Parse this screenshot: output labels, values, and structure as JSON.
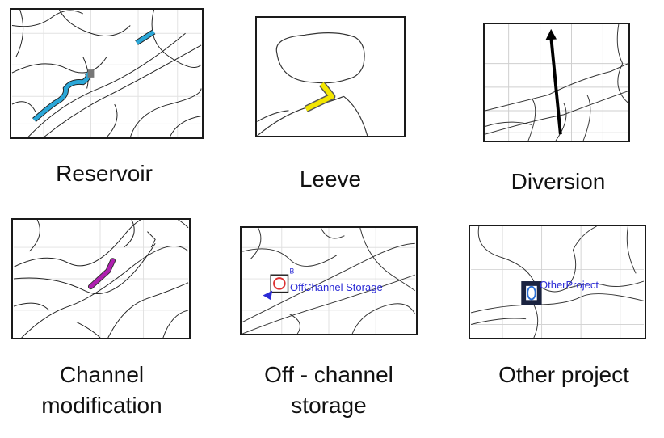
{
  "items": [
    {
      "caption": "Reservoir",
      "feature_color": "#2aa7d8"
    },
    {
      "caption": "Leeve",
      "feature_color": "#f3e600"
    },
    {
      "caption": "Diversion",
      "feature_color": "#000000"
    },
    {
      "caption": "Channel modification",
      "feature_color": "#b01fb0"
    },
    {
      "caption": "Off - channel storage",
      "feature_color": "#2b2bd6",
      "map_label": "OffChannel Storage"
    },
    {
      "caption": "Other project",
      "feature_color": "#2b2bd6",
      "map_label": "OtherProject"
    }
  ]
}
